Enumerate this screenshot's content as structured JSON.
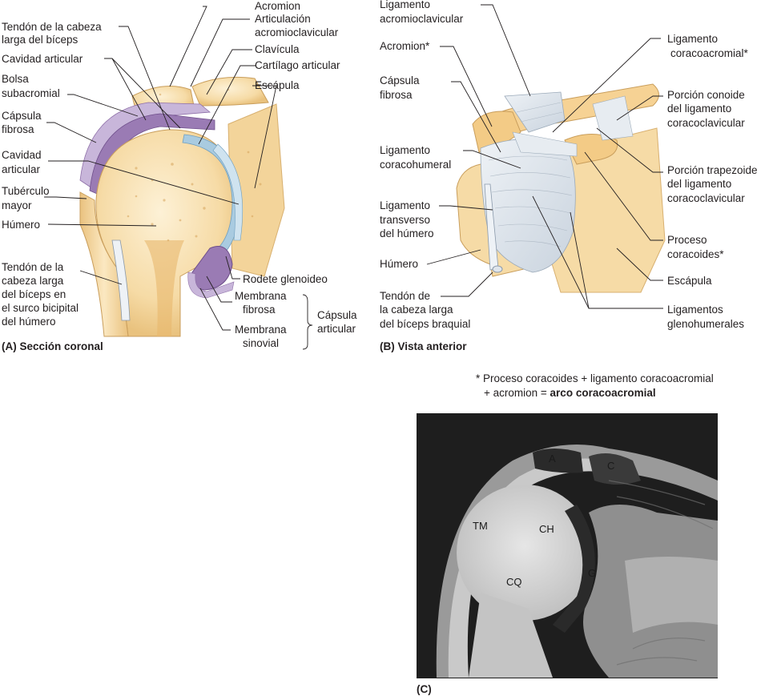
{
  "panel_a": {
    "caption": "(A) Sección coronal",
    "acromion": "Acromion",
    "artic_acromio_1": "Articulación",
    "artic_acromio_2": "acromioclavicular",
    "clavicula": "Clavícula",
    "cartilago": "Cartílago articular",
    "escapula": "Escápula",
    "tendon_cabeza_1": "Tendón de la cabeza",
    "tendon_cabeza_2": "larga del bíceps",
    "cavidad_1": "Cavidad articular",
    "bolsa_1": "Bolsa",
    "bolsa_2": "subacromial",
    "capsula_1": "Cápsula",
    "capsula_2": "fibrosa",
    "cavidad2_1": "Cavidad",
    "cavidad2_2": "articular",
    "tuberculo_1": "Tubérculo",
    "tuberculo_2": "mayor",
    "humero": "Húmero",
    "tendon_surco_1": "Tendón de la",
    "tendon_surco_2": "cabeza larga",
    "tendon_surco_3": "del bíceps en",
    "tendon_surco_4": "el surco bicipital",
    "tendon_surco_5": "del húmero",
    "rodete": "Rodete glenoideo",
    "membrana_fibrosa_1": "Membrana",
    "membrana_fibrosa_2": "fibrosa",
    "membrana_sinovial_1": "Membrana",
    "membrana_sinovial_2": "sinovial",
    "capsula_articular_1": "Cápsula",
    "capsula_articular_2": "articular"
  },
  "panel_b": {
    "caption": "(B) Vista anterior",
    "lig_acromio_1": "Ligamento",
    "lig_acromio_2": "acromioclavicular",
    "acromion": "Acromion*",
    "capsula_1": "Cápsula",
    "capsula_2": "fibrosa",
    "lig_coracohumeral_1": "Ligamento",
    "lig_coracohumeral_2": "coracohumeral",
    "lig_transverso_1": "Ligamento",
    "lig_transverso_2": "transverso",
    "lig_transverso_3": "del húmero",
    "humero": "Húmero",
    "tendon_1": "Tendón de",
    "tendon_2": "la cabeza larga",
    "tendon_3": "del bíceps braquial",
    "lig_coracoacromial_1": "Ligamento",
    "lig_coracoacromial_2": "coracoacromial*",
    "conoide_1": "Porción conoide",
    "conoide_2": "del ligamento",
    "conoide_3": "coracoclavicular",
    "trapezoide_1": "Porción trapezoide",
    "trapezoide_2": "del ligamento",
    "trapezoide_3": "coracoclavicular",
    "proceso_1": "Proceso",
    "proceso_2": "coracoides*",
    "escapula": "Escápula",
    "glenohumerales_1": "Ligamentos",
    "glenohumerales_2": "glenohumerales"
  },
  "footnote": {
    "line1": "* Proceso coracoides + ligamento coracoacromial",
    "line2_pre": "+ acromion = ",
    "line2_bold": "arco coracoacromial"
  },
  "panel_c": {
    "caption": "(C)",
    "A": "A",
    "C": "C",
    "TM": "TM",
    "CH": "CH",
    "CQ": "CQ",
    "G": "G"
  },
  "colors": {
    "bone": "#f6d9a0",
    "bone_light": "#fbe9c4",
    "capsule_purple": "#9a7bb4",
    "capsule_light": "#c8b6da",
    "cartilage_blue": "#a9cbe0",
    "ligament": "#dfe5ec",
    "mri_bg": "#1e1e1e"
  }
}
